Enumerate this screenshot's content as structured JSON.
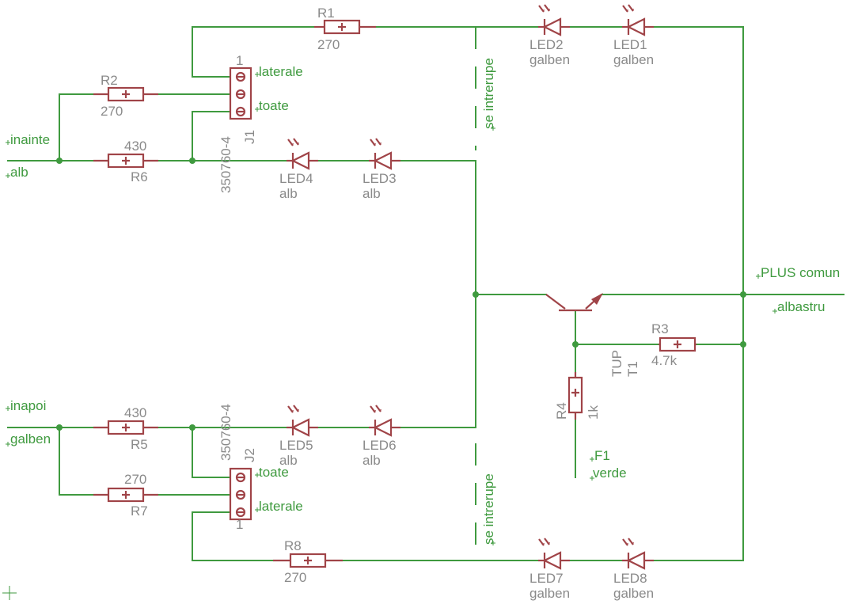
{
  "colors": {
    "wire": "#3f9a3f",
    "part": "#a04448",
    "label": "#8a8a8a",
    "background": "#ffffff"
  },
  "nets": {
    "inainte": "inainte",
    "alb": "alb",
    "inapoi": "inapoi",
    "galben": "galben",
    "plus": "PLUS comun",
    "albastru": "albastru",
    "f1": "F1",
    "verde": "verde",
    "laterale_top": "laterale",
    "toate_top": "toate",
    "toate_bottom": "toate",
    "laterale_bottom": "laterale",
    "se_intrerupe_top": "se intrerupe",
    "se_intrerupe_bottom": "se intrerupe"
  },
  "resistors": {
    "R1": {
      "name": "R1",
      "value": "270"
    },
    "R2": {
      "name": "R2",
      "value": "270"
    },
    "R3": {
      "name": "R3",
      "value": "4.7k"
    },
    "R4": {
      "name": "R4",
      "value": "1k"
    },
    "R5": {
      "name": "R5",
      "value": "430"
    },
    "R6": {
      "name": "R6",
      "value": "430"
    },
    "R7": {
      "name": "R7",
      "value": "270"
    },
    "R8": {
      "name": "R8",
      "value": "270"
    }
  },
  "leds": {
    "LED1": {
      "name": "LED1",
      "value": "galben"
    },
    "LED2": {
      "name": "LED2",
      "value": "galben"
    },
    "LED3": {
      "name": "LED3",
      "value": "alb"
    },
    "LED4": {
      "name": "LED4",
      "value": "alb"
    },
    "LED5": {
      "name": "LED5",
      "value": "alb"
    },
    "LED6": {
      "name": "LED6",
      "value": "alb"
    },
    "LED7": {
      "name": "LED7",
      "value": "galben"
    },
    "LED8": {
      "name": "LED8",
      "value": "galben"
    }
  },
  "connectors": {
    "J1": {
      "name": "J1",
      "value": "350760-4",
      "pin1": "1"
    },
    "J2": {
      "name": "J2",
      "value": "350760-4",
      "pin1": "1"
    }
  },
  "transistor": {
    "name": "T1",
    "value": "TUP"
  }
}
